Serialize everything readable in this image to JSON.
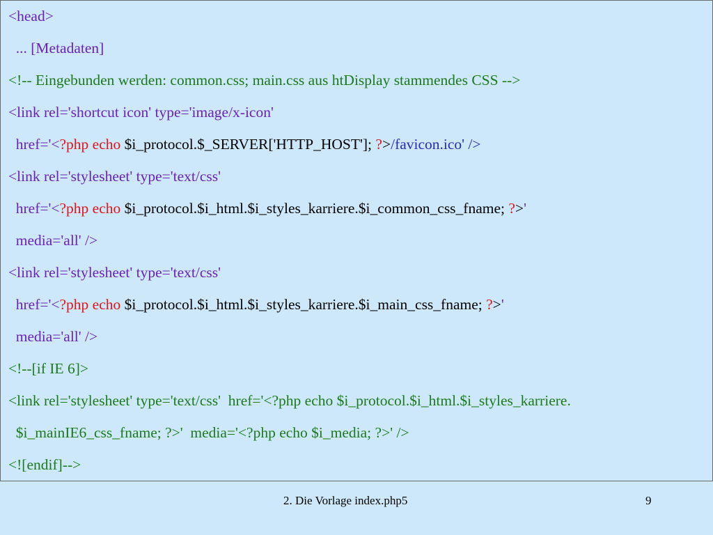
{
  "colors": {
    "background": "#cce8fa",
    "tag": "#6a22b8",
    "comment": "#1c7a1c",
    "php_keyword": "#e0141a",
    "php_code": "#000000",
    "value": "#2a2ab8"
  },
  "code": {
    "l1": "<head>",
    "l2": "  ... [Metadaten]",
    "l3": "<!-- Eingebunden werden: common.css; main.css aus htDisplay stammendes CSS -->",
    "l4": "<link rel='shortcut icon' type='image/x-icon'",
    "l5": {
      "a": "  href='<",
      "b": "?php echo ",
      "c": "$i_protocol.$_SERVER['HTTP_HOST']; ",
      "d": "?",
      "e": ">",
      "f": "/favicon.ico' />"
    },
    "l6": "<link rel='stylesheet' type='text/css'",
    "l7": {
      "a": "  href='<",
      "b": "?php echo ",
      "c": "$i_protocol.$i_html.$i_styles_karriere.$i_common_css_fname; ",
      "d": "?",
      "e": ">",
      "f": "'"
    },
    "l8": "  media='all' />",
    "l9": "<link rel='stylesheet' type='text/css'",
    "l10": {
      "a": "  href='<",
      "b": "?php echo ",
      "c": "$i_protocol.$i_html.$i_styles_karriere.$i_main_css_fname; ",
      "d": "?",
      "e": ">",
      "f": "'"
    },
    "l11": "  media='all' />",
    "l12": "<!--[if IE 6]>",
    "l13": "<link rel='stylesheet' type='text/css'  href='<?php echo $i_protocol.$i_html.$i_styles_karriere.",
    "l14": "  $i_mainIE6_css_fname; ?>'  media='<?php echo $i_media; ?>' />",
    "l15": "<![endif]-->"
  },
  "footer": {
    "title": "2. Die Vorlage index.php5",
    "page_number": "9"
  }
}
